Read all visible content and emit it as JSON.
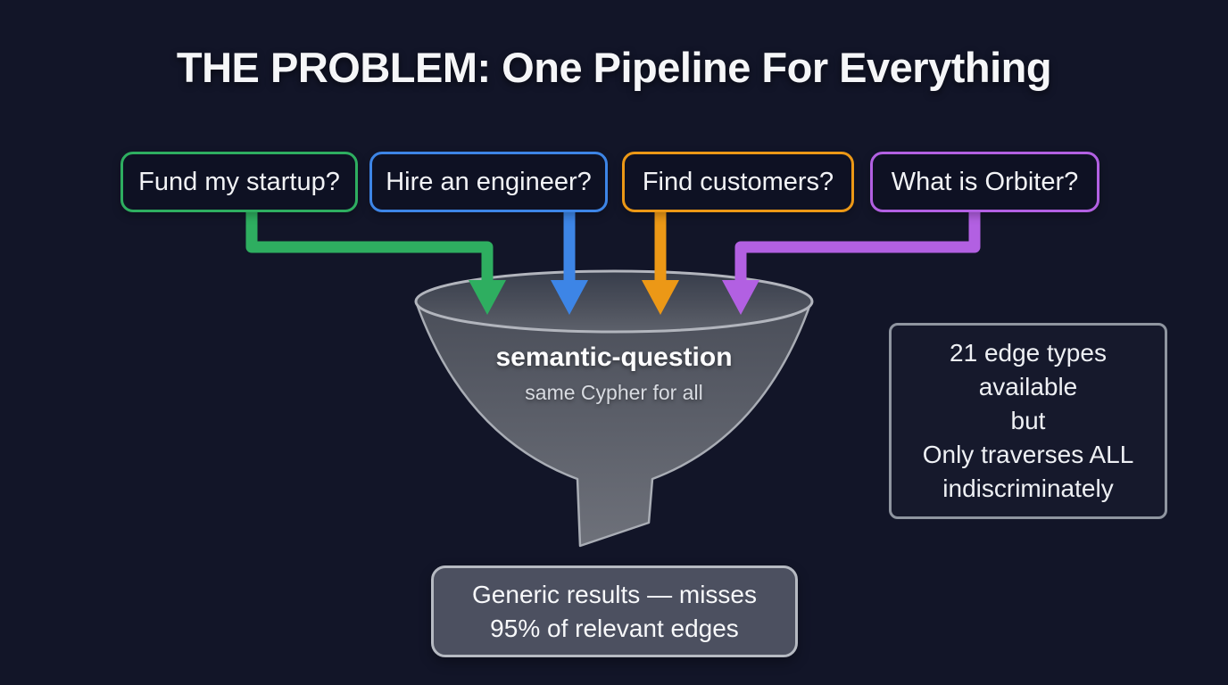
{
  "title": "THE PROBLEM: One Pipeline For Everything",
  "queries": [
    {
      "label": "Fund my startup?",
      "color": "#2eae60"
    },
    {
      "label": "Hire an engineer?",
      "color": "#3d85e6"
    },
    {
      "label": "Find customers?",
      "color": "#ec9816"
    },
    {
      "label": "What is Orbiter?",
      "color": "#b260e2"
    }
  ],
  "funnel": {
    "label": "semantic-question",
    "sublabel": "same Cypher for all"
  },
  "side_note": {
    "lines": [
      "21 edge types",
      "available",
      "but",
      "Only traverses ALL",
      "indiscriminately"
    ]
  },
  "result_note": {
    "lines": [
      "Generic results — misses",
      "95% of relevant edges"
    ]
  },
  "colors": {
    "background": "#121528",
    "funnel_body": "#5a5e67",
    "funnel_rim": "#b2b5bd",
    "note_border": "#8f95a0",
    "result_border": "#b6bac2"
  }
}
